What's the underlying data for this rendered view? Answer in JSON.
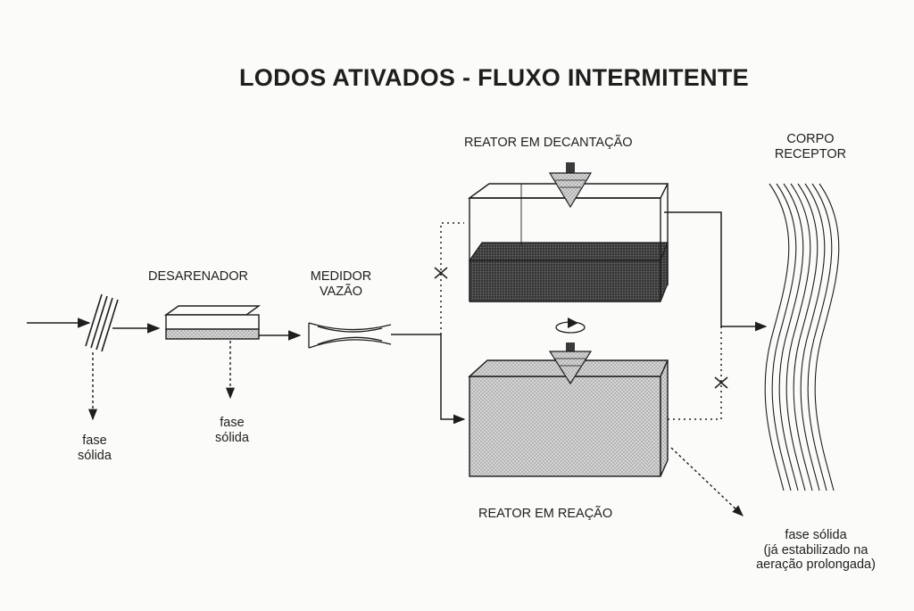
{
  "title": "LODOS ATIVADOS - FLUXO INTERMITENTE",
  "labels": {
    "desarenador": "DESARENADOR",
    "medidor_line1": "MEDIDOR",
    "medidor_line2": "VAZÃO",
    "reator_decantacao": "REATOR EM DECANTAÇÃO",
    "reator_reacao": "REATOR EM REAÇÃO",
    "corpo_line1": "CORPO",
    "corpo_line2": "RECEPTOR",
    "fase_solida_1_line1": "fase",
    "fase_solida_1_line2": "sólida",
    "fase_solida_2_line1": "fase",
    "fase_solida_2_line2": "sólida",
    "fase_solida_3_line1": "fase sólida",
    "fase_solida_3_line2": "(já estabilizado na",
    "fase_solida_3_line3": "aeração prolongada)"
  },
  "colors": {
    "ink": "#1e1e1e",
    "sludge": "#4a4a4a",
    "mixed_liquor": "#c9c9c9",
    "paper": "#fbfbf9"
  },
  "icons": [
    "bar-screen-icon",
    "aerator-icon",
    "rotation-arrow-icon",
    "closed-valve-icon"
  ]
}
